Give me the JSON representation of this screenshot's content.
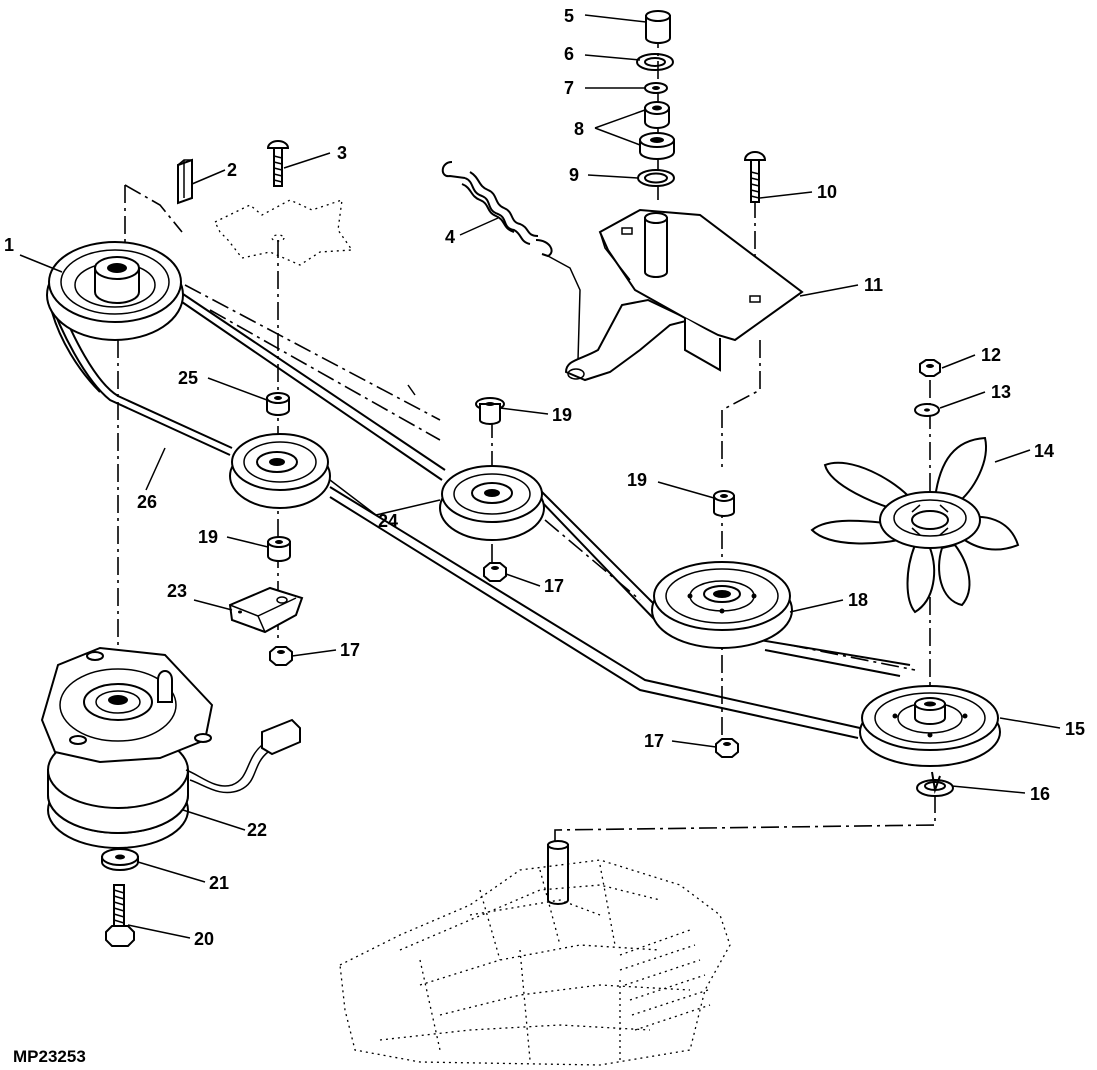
{
  "figure_id": "MP23253",
  "parts": [
    {
      "id": "part-1",
      "label": "1"
    },
    {
      "id": "part-2",
      "label": "2"
    },
    {
      "id": "part-3",
      "label": "3"
    },
    {
      "id": "part-4",
      "label": "4"
    },
    {
      "id": "part-5",
      "label": "5"
    },
    {
      "id": "part-6",
      "label": "6"
    },
    {
      "id": "part-7",
      "label": "7"
    },
    {
      "id": "part-8",
      "label": "8"
    },
    {
      "id": "part-9",
      "label": "9"
    },
    {
      "id": "part-10",
      "label": "10"
    },
    {
      "id": "part-11",
      "label": "11"
    },
    {
      "id": "part-12",
      "label": "12"
    },
    {
      "id": "part-13",
      "label": "13"
    },
    {
      "id": "part-14",
      "label": "14"
    },
    {
      "id": "part-15",
      "label": "15"
    },
    {
      "id": "part-16",
      "label": "16"
    },
    {
      "id": "part-17a",
      "label": "17"
    },
    {
      "id": "part-17b",
      "label": "17"
    },
    {
      "id": "part-17c",
      "label": "17"
    },
    {
      "id": "part-18",
      "label": "18"
    },
    {
      "id": "part-19a",
      "label": "19"
    },
    {
      "id": "part-19b",
      "label": "19"
    },
    {
      "id": "part-19c",
      "label": "19"
    },
    {
      "id": "part-20",
      "label": "20"
    },
    {
      "id": "part-21",
      "label": "21"
    },
    {
      "id": "part-22",
      "label": "22"
    },
    {
      "id": "part-23",
      "label": "23"
    },
    {
      "id": "part-24",
      "label": "24"
    },
    {
      "id": "part-25",
      "label": "25"
    },
    {
      "id": "part-26",
      "label": "26"
    }
  ]
}
